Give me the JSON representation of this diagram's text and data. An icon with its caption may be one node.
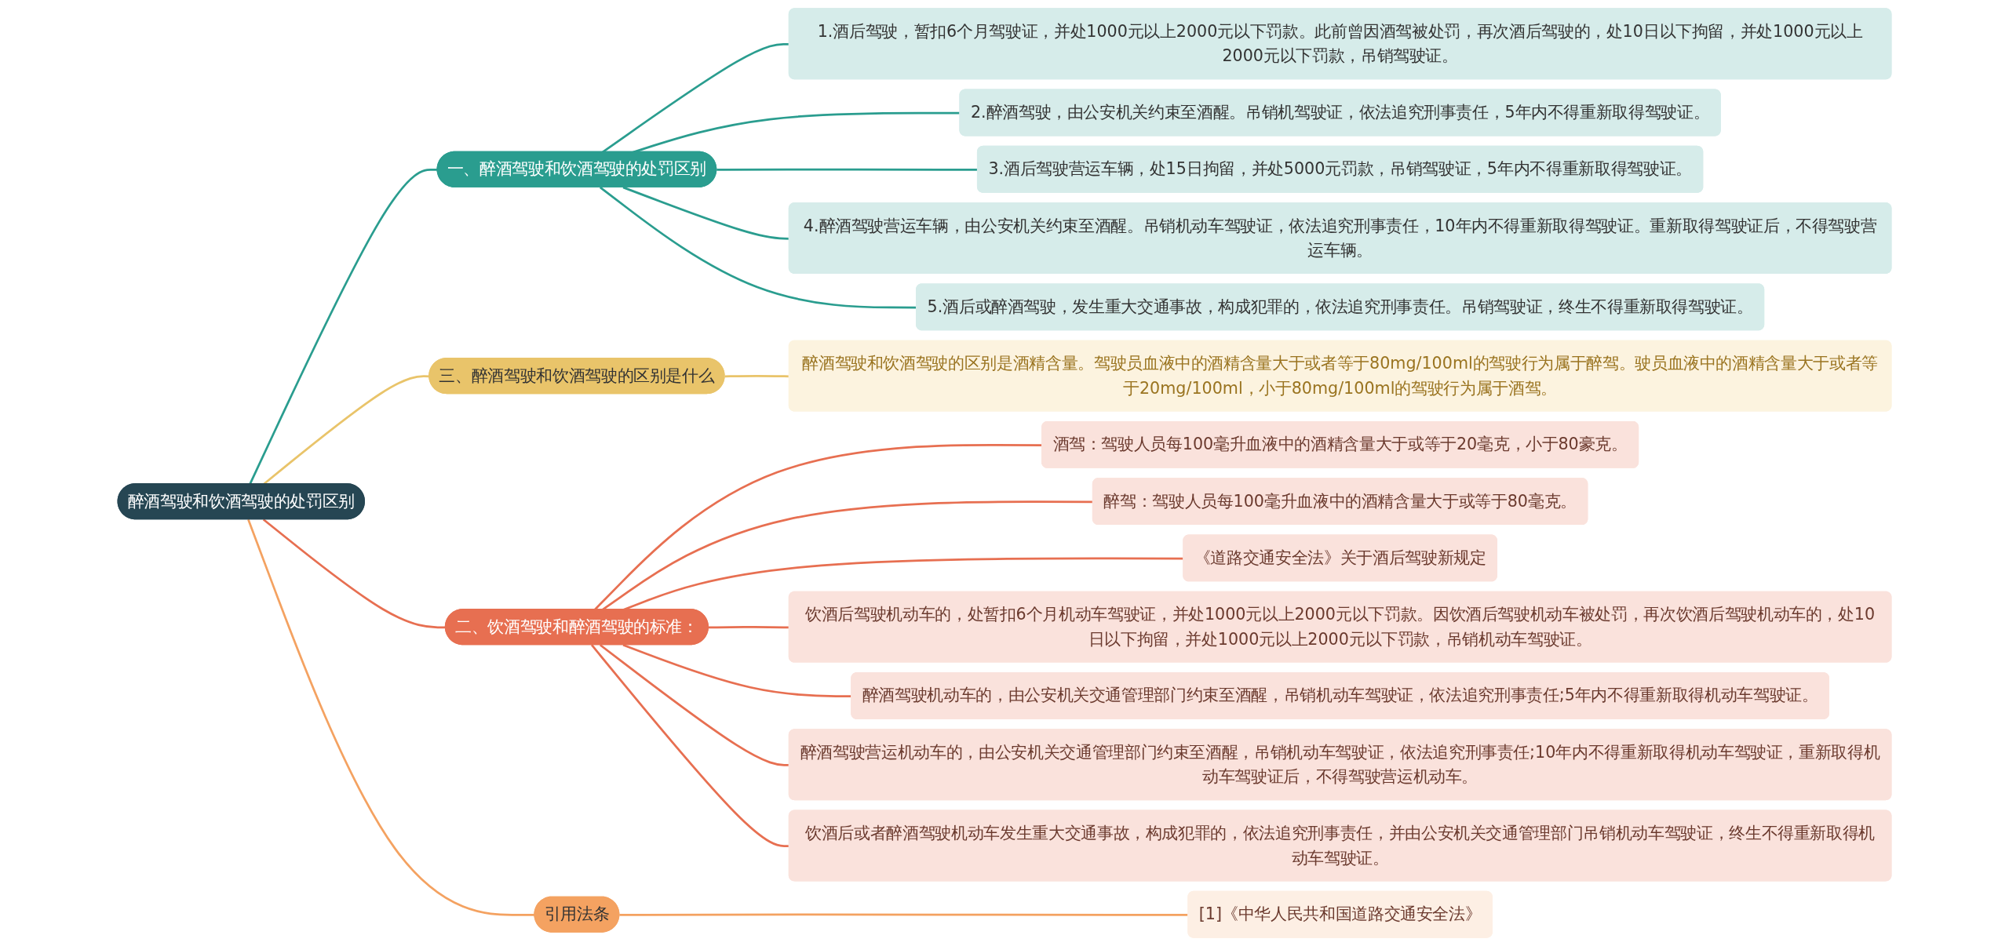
{
  "diagram": {
    "nodes": [
      {
        "text": [
          "醉酒驾驶和饮酒驾驶的处罚区别"
        ]
      },
      {
        "text": [
          "一、醉酒驾驶和饮酒驾驶的处罚区别"
        ]
      },
      {
        "text": [
          "1.酒后驾驶，暂扣6个月驾驶证，并处1000元以上2000元以下罚款。此前曾因酒驾被处罚，再次酒后驾驶的，处10日以下拘留，并处1000元以上2000元以下罚款，吊销驾驶证。"
        ]
      },
      {
        "text": [
          "2.醉酒驾驶，由公安机关约束至酒醒。吊销机驾驶证，依法追究刑事责任，5年内不得重新取得驾驶证。"
        ]
      },
      {
        "text": [
          "3.酒后驾驶营运车辆，处15日拘留，并处5000元罚款，吊销驾驶证，5年内不得重新取得驾驶证。"
        ]
      },
      {
        "text": [
          "4.醉酒驾驶营运车辆，由公安机关约束至酒醒。吊销机动车驾驶证，依法追究刑事责任，10年内不得重新取得驾驶证。重新取得驾驶证后，不得驾驶营运车辆。"
        ]
      },
      {
        "text": [
          "5.酒后或醉酒驾驶，发生重大交通事故，构成犯罪的，依法追究刑事责任。吊销驾驶证，终生不得重新取得驾驶证。"
        ]
      },
      {
        "text": [
          "三、醉酒驾驶和饮酒驾驶的区别是什么"
        ]
      },
      {
        "text": [
          "醉酒驾驶和饮酒驾驶的区别是酒精含量。驾驶员血液中的酒精含量大于或者等于80mg/100ml的驾驶行为属于醉驾。驶员血液中的酒精含量大于或者等于20mg/100ml，小于80mg/100ml的驾驶行为属于酒驾。"
        ]
      },
      {
        "text": [
          "二、饮酒驾驶和醉酒驾驶的标准："
        ]
      },
      {
        "text": [
          "酒驾：驾驶人员每100毫升血液中的酒精含量大于或等于20毫克，小于80豪克。"
        ]
      },
      {
        "text": [
          "醉驾：驾驶人员每100毫升血液中的酒精含量大于或等于80毫克。"
        ]
      },
      {
        "text": [
          "《道路交通安全法》关于酒后驾驶新规定"
        ]
      },
      {
        "text": [
          "饮酒后驾驶机动车的，处暂扣6个月机动车驾驶证，并处1000元以上2000元以下罚款。因饮酒后驾驶机动车被处罚，再次饮酒后驾驶机动车的，处10日以下拘留，并处1000元以上2000元以下罚款，吊销机动车驾驶证。"
        ]
      },
      {
        "text": [
          "醉酒驾驶机动车的，由公安机关交通管理部门约束至酒醒，吊销机动车驾驶证，依法追究刑事责任;5年内不得重新取得机动车驾驶证。"
        ]
      },
      {
        "text": [
          "醉酒驾驶营运机动车的，由公安机关交通管理部门约束至酒醒，吊销机动车驾驶证，依法追究刑事责任;10年内不得重新取得机动车驾驶证，重新取得机动车驾驶证后，不得驾驶营运机动车。"
        ]
      },
      {
        "text": [
          "饮酒后或者醉酒驾驶机动车发生重大交通事故，构成犯罪的，依法追究刑事责任，并由公安机关交通管理部门吊销机动车驾驶证，终生不得重新取得机动车驾驶证。"
        ]
      },
      {
        "text": [
          "引用法条"
        ]
      },
      {
        "text": [
          "[1]《中华人民共和国道路交通安全法》"
        ]
      }
    ],
    "edges": [
      {
        "from": 0,
        "to": 1,
        "arrow": "none",
        "color": "#2a9d8f"
      },
      {
        "from": 1,
        "to": 2,
        "arrow": "none",
        "color": "#2a9d8f"
      },
      {
        "from": 1,
        "to": 3,
        "arrow": "none",
        "color": "#2a9d8f"
      },
      {
        "from": 1,
        "to": 4,
        "arrow": "none",
        "color": "#2a9d8f"
      },
      {
        "from": 1,
        "to": 5,
        "arrow": "none",
        "color": "#2a9d8f"
      },
      {
        "from": 1,
        "to": 6,
        "arrow": "none",
        "color": "#2a9d8f"
      },
      {
        "from": 0,
        "to": 7,
        "arrow": "none",
        "color": "#e9c46a"
      },
      {
        "from": 7,
        "to": 8,
        "arrow": "none",
        "color": "#e9c46a"
      },
      {
        "from": 0,
        "to": 9,
        "arrow": "none"
      },
      {
        "from": 9,
        "to": 10,
        "arrow": "none"
      },
      {
        "from": 9,
        "to": 11,
        "arrow": "none"
      },
      {
        "from": 9,
        "to": 12,
        "arrow": "none"
      },
      {
        "from": 9,
        "to": 13,
        "arrow": "none"
      },
      {
        "from": 9,
        "to": 14,
        "arrow": "none"
      },
      {
        "from": 9,
        "to": 15,
        "arrow": "none"
      },
      {
        "from": 9,
        "to": 16,
        "arrow": "none"
      },
      {
        "from": 0,
        "to": 17,
        "arrow": "none",
        "color": "#f4a261"
      },
      {
        "from": 17,
        "to": 18,
        "arrow": "none",
        "color": "#f4a261"
      }
    ]
  }
}
